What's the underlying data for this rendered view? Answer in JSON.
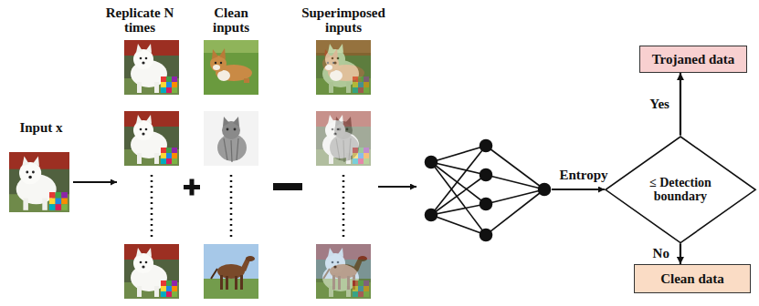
{
  "diagram": {
    "nodes": [
      {
        "text": [
          "≤ Detection boundary"
        ]
      },
      {
        "text": [
          "Trojaned data"
        ]
      },
      {
        "text": [
          "Clean data"
        ]
      }
    ],
    "edges": [
      {
        "from": 0,
        "to": 1,
        "label": "Yes",
        "arrow": "to"
      },
      {
        "from": 0,
        "to": 2,
        "label": "No",
        "arrow": "to"
      }
    ],
    "labels": [
      "Replicate N times",
      "Clean inputs",
      "Superimposed inputs",
      "Input x",
      "Entropy"
    ]
  }
}
